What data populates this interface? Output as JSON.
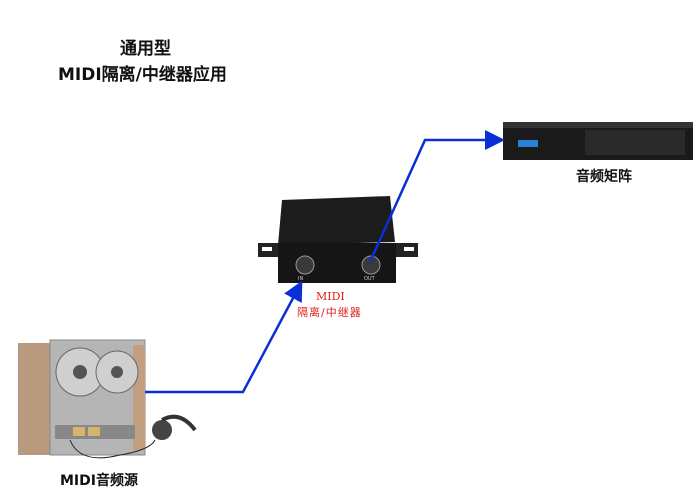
{
  "title": {
    "line1": "通用型",
    "line2": "MIDI隔离/中继器应用"
  },
  "devices": {
    "source": {
      "label": "MIDI音频源"
    },
    "isolator": {
      "label_line1": "MIDI",
      "label_line2": "隔离/中继器",
      "port_in": "IN",
      "port_out": "OUT"
    },
    "matrix": {
      "label": "音频矩阵"
    }
  },
  "colors": {
    "connector": "#0a2fd6",
    "isolator_label": "#e0211c"
  }
}
